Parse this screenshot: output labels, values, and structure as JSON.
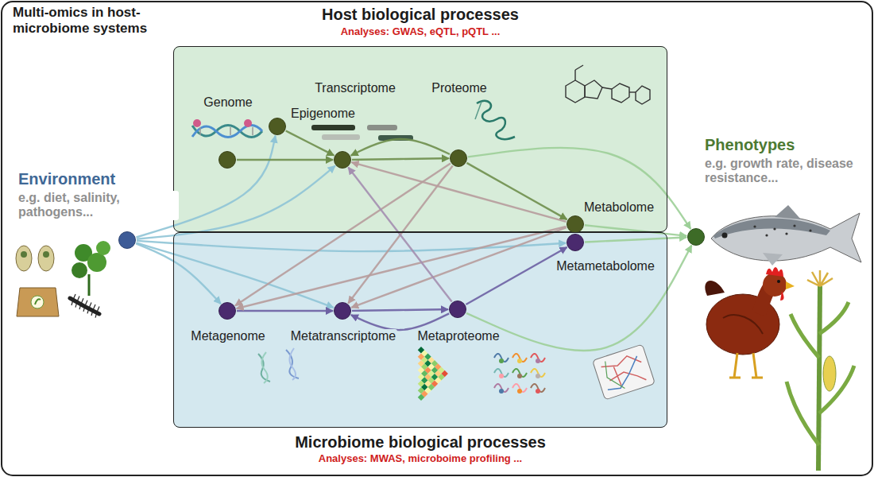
{
  "diagram": {
    "title": "Multi-omics in host-microbiome systems",
    "nodes": [
      {
        "text": [
          "Host biological processes",
          "Analyses: GWAS, eQTL, pQTL ..."
        ]
      },
      {
        "text": [
          "Genome"
        ],
        "in": 0
      },
      {
        "text": [
          "Epigenome"
        ],
        "in": 0
      },
      {
        "text": [
          "Transcriptome"
        ],
        "in": 0
      },
      {
        "text": [
          "Proteome"
        ],
        "in": 0
      },
      {
        "text": [
          "Metabolome"
        ],
        "in": 0
      },
      {
        "text": [
          "Microbiome biological processes",
          "Analyses: MWAS, microboime profiling ..."
        ]
      },
      {
        "text": [
          "Metagenome"
        ],
        "in": 6
      },
      {
        "text": [
          "Metatranscriptome"
        ],
        "in": 6
      },
      {
        "text": [
          "Metaproteome"
        ],
        "in": 6
      },
      {
        "text": [
          "Metametabolome"
        ],
        "in": 6
      },
      {
        "text": [
          "Environment",
          "e.g. diet, salinity, pathogens..."
        ]
      },
      {
        "text": [
          "Phenotypes",
          "e.g. growth rate, disease resistance..."
        ]
      }
    ],
    "edges": [
      {
        "from": 11,
        "to": 2,
        "arrow": "to"
      },
      {
        "from": 11,
        "to": 3,
        "arrow": "to"
      },
      {
        "from": 11,
        "to": 7,
        "arrow": "to"
      },
      {
        "from": 11,
        "to": 8,
        "arrow": "to"
      },
      {
        "from": 11,
        "to": 10,
        "arrow": "to"
      },
      {
        "from": 1,
        "to": 3,
        "arrow": "to"
      },
      {
        "from": 2,
        "to": 3,
        "arrow": "to"
      },
      {
        "from": 3,
        "to": 4,
        "arrow": "to"
      },
      {
        "from": 4,
        "to": 3,
        "arrow": "to"
      },
      {
        "from": 4,
        "to": 5,
        "arrow": "to"
      },
      {
        "from": 4,
        "to": 12,
        "arrow": "to"
      },
      {
        "from": 5,
        "to": 12,
        "arrow": "to"
      },
      {
        "from": 5,
        "to": 3,
        "arrow": "to"
      },
      {
        "from": 7,
        "to": 8,
        "arrow": "to"
      },
      {
        "from": 8,
        "to": 9,
        "arrow": "to"
      },
      {
        "from": 9,
        "to": 8,
        "arrow": "to"
      },
      {
        "from": 9,
        "to": 10,
        "arrow": "to"
      },
      {
        "from": 9,
        "to": 12,
        "arrow": "to"
      },
      {
        "from": 10,
        "to": 12,
        "arrow": "to"
      },
      {
        "from": 4,
        "to": 7,
        "arrow": "to"
      },
      {
        "from": 4,
        "to": 8,
        "arrow": "to"
      },
      {
        "from": 5,
        "to": 7,
        "arrow": "to"
      },
      {
        "from": 5,
        "to": 8,
        "arrow": "to"
      },
      {
        "from": 9,
        "to": 3,
        "arrow": "to"
      }
    ]
  }
}
